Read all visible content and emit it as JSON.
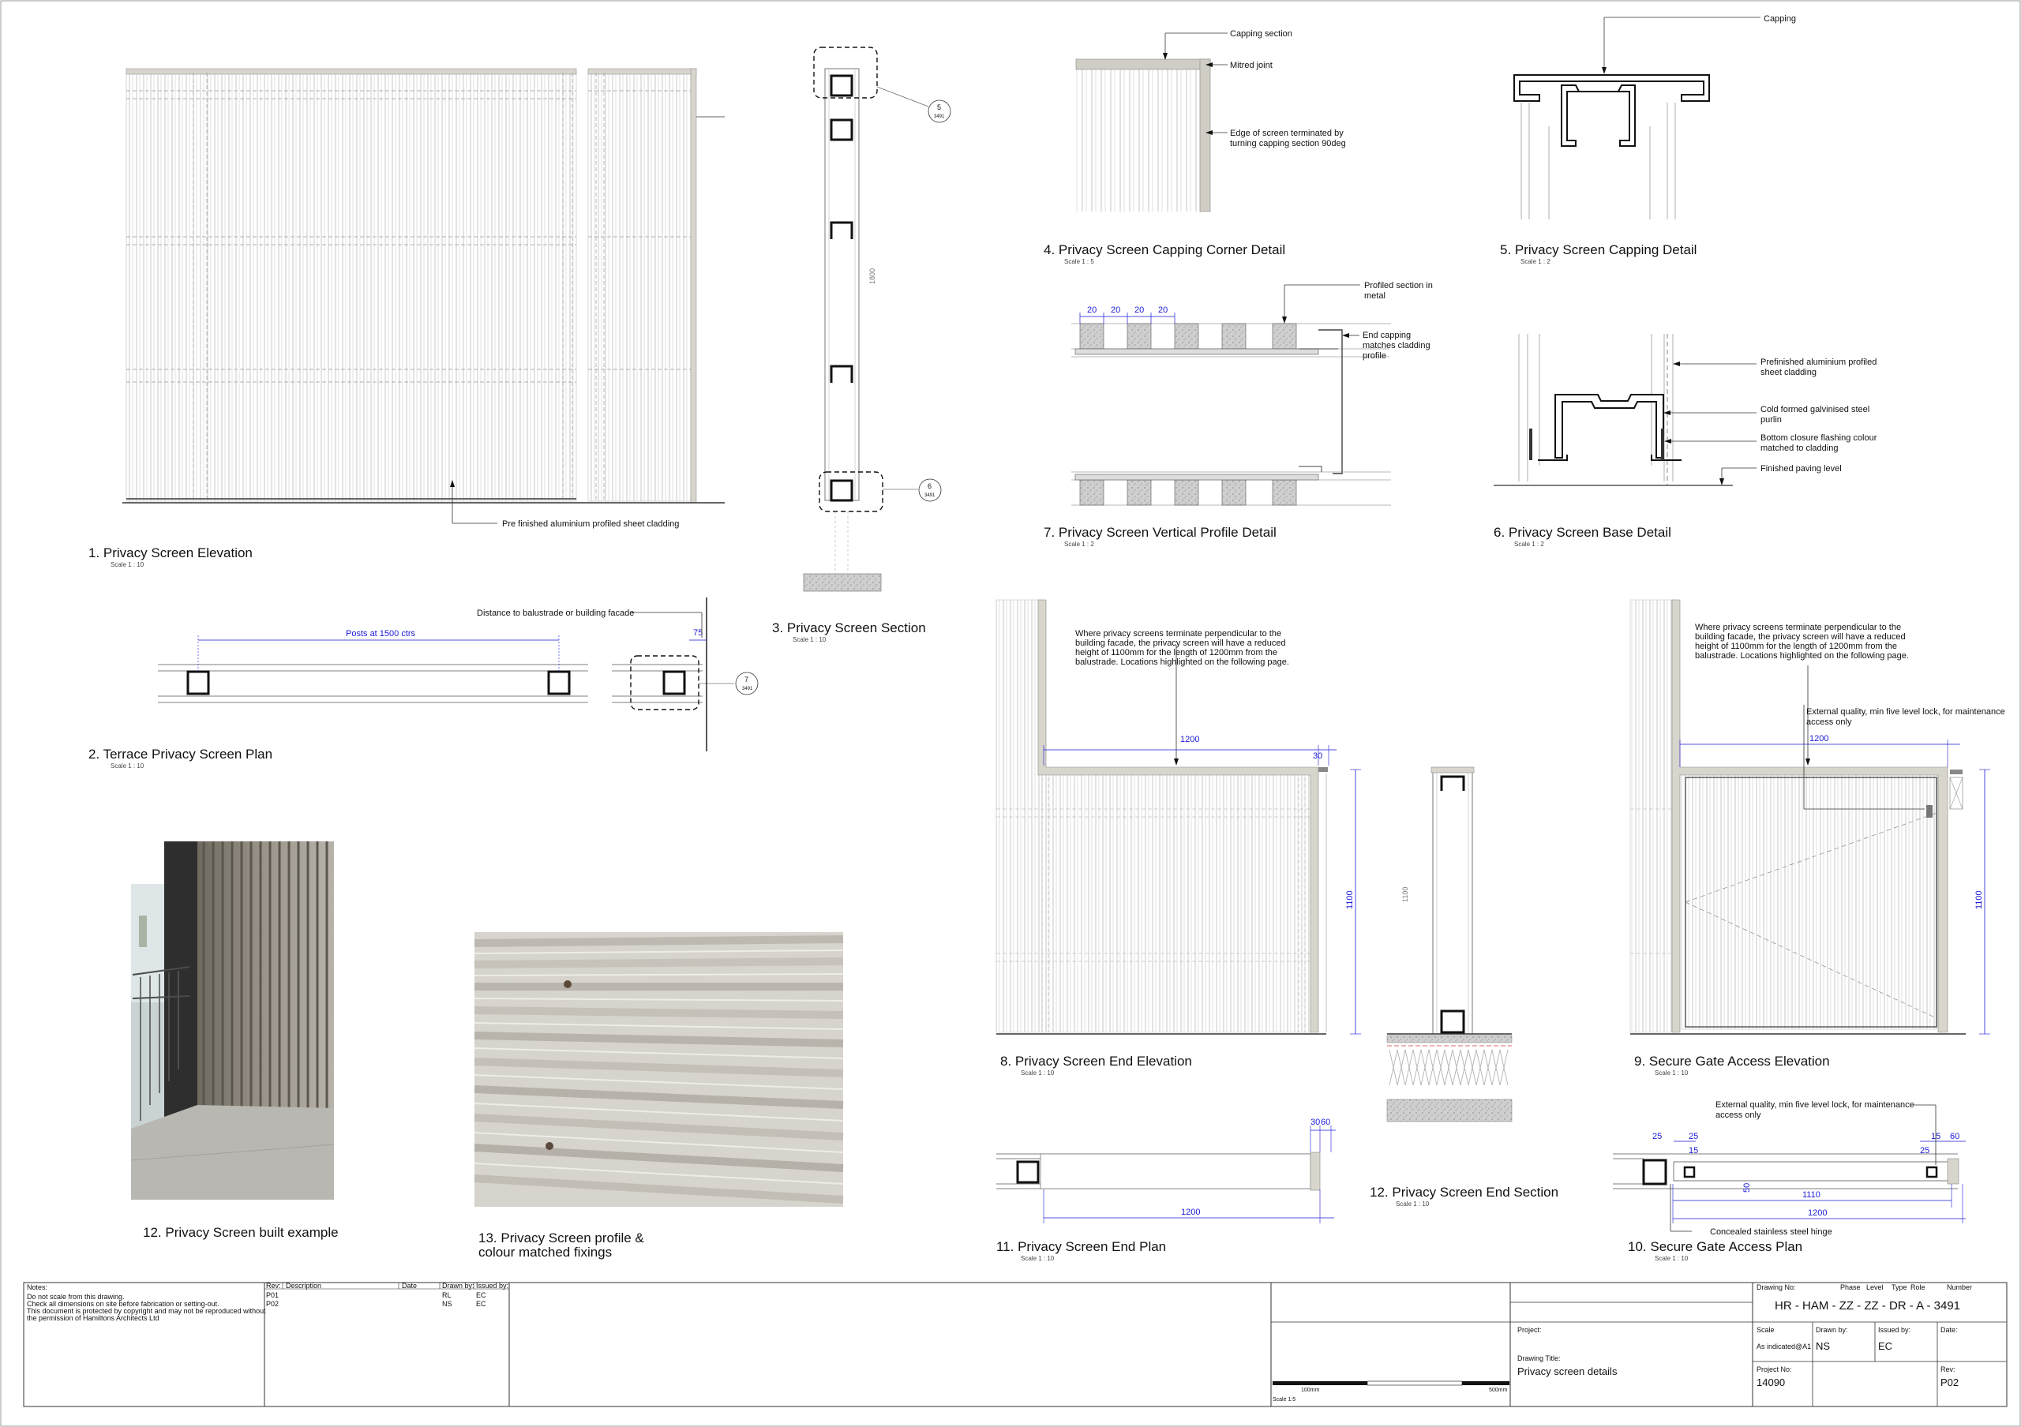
{
  "details": {
    "d1": {
      "title": "1.   Privacy Screen Elevation",
      "scale": "Scale 1 : 10",
      "note": "Pre finished aluminium profiled sheet cladding"
    },
    "d2": {
      "title": "2.   Terrace Privacy Screen Plan",
      "scale": "Scale 1 : 10",
      "posts": "Posts at 1500 ctrs",
      "distance": "Distance to balustrade or building facade",
      "dim75": "75",
      "tag_num": "7",
      "tag_sheet": "3491"
    },
    "d3": {
      "title": "3.   Privacy Screen Section",
      "scale": "Scale 1 : 10",
      "height": "1800",
      "tag5_num": "5",
      "tag5_sheet": "3491",
      "tag6_num": "6",
      "tag6_sheet": "3491"
    },
    "d4": {
      "title": "4.   Privacy Screen Capping Corner Detail",
      "scale": "Scale 1 : 5",
      "n1": "Capping section",
      "n2": "Mitred joint",
      "n3a": "Edge of screen terminated by",
      "n3b": "turning capping section 90deg"
    },
    "d5": {
      "title": "5.   Privacy Screen Capping Detail",
      "scale": "Scale 1 : 2",
      "n1": "Capping"
    },
    "d6": {
      "title": "6.   Privacy Screen Base Detail",
      "scale": "Scale 1 : 2",
      "n1a": "Prefinished aluminium profiled",
      "n1b": "sheet cladding",
      "n2a": "Cold formed galvinised steel",
      "n2b": "purlin",
      "n3a": "Bottom closure flashing colour",
      "n3b": "matched to cladding",
      "n4": "Finished paving level"
    },
    "d7": {
      "title": "7.   Privacy Screen Vertical Profile Detail",
      "scale": "Scale 1 : 2",
      "n1a": "Profiled section in",
      "n1b": "metal",
      "n2a": "End capping",
      "n2b": "matches cladding",
      "n2c": "profile",
      "dims": [
        "20",
        "20",
        "20",
        "20"
      ]
    },
    "d8": {
      "title": "8.   Privacy Screen End Elevation",
      "scale": "Scale 1 : 10",
      "n1": "Where privacy screens terminate perpendicular to the",
      "n2": "building facade, the privacy screen will have a reduced",
      "n3": "height of 1100mm for the length of 1200mm from the",
      "n4": "balustrade. Locations highlighted on the following page.",
      "w": "1200",
      "w2": "30",
      "h": "1100"
    },
    "d9": {
      "title": "9.   Secure Gate Access Elevation",
      "scale": "Scale 1 : 10",
      "n1": "Where privacy screens terminate perpendicular to the",
      "n2": "building facade, the privacy screen will have a reduced",
      "n3": "height of 1100mm for the length of 1200mm from the",
      "n4": "balustrade. Locations highlighted on the following page.",
      "lock1": "External quality, min five level lock, for maintenance",
      "lock2": "access only",
      "w": "1200",
      "h": "1100"
    },
    "d10": {
      "title": "10.   Secure Gate Access Plan",
      "scale": "Scale 1 : 10",
      "lock1": "External quality, min five level lock, for maintenance",
      "lock2": "access only",
      "hinge": "Concealed stainless steel hinge",
      "d25a": "25",
      "d25b": "25",
      "d15a": "15",
      "d15b": "15",
      "d25c": "25",
      "d60": "60",
      "d50": "50",
      "d1110": "1110",
      "d1200": "1200"
    },
    "d11": {
      "title": "11.   Privacy Screen End Plan",
      "scale": "Scale 1 : 10",
      "w": "1200",
      "d30": "30",
      "d60": "60"
    },
    "d12s": {
      "title": "12.   Privacy Screen End Section",
      "scale": "Scale 1 : 10",
      "h": "1100"
    },
    "d12p": {
      "title": "12.   Privacy Screen built example"
    },
    "d13": {
      "title1": "13.   Privacy Screen profile &",
      "title2": "colour matched fixings"
    }
  },
  "titleblock": {
    "notes_label": "Notes:",
    "notes": [
      "Do not scale from this drawing.",
      "Check all dimensions on site before fabrication or setting-out.",
      "This document is protected by copyright and may not be reproduced without",
      "the permission of Hamiltons Architects Ltd"
    ],
    "rev_headers": {
      "rev": "Rev:",
      "desc": "Description",
      "date": "Date",
      "drawn": "Drawn by:",
      "issued": "Issued by:"
    },
    "revisions": [
      {
        "rev": "P01",
        "drawn": "RL",
        "issued": "EC"
      },
      {
        "rev": "P02",
        "drawn": "NS",
        "issued": "EC"
      }
    ],
    "scalebar_left": "100mm",
    "scalebar_right": "500mm",
    "scalebar_scale": "Scale 1:5",
    "project_label": "Project:",
    "drawing_title_label": "Drawing Title:",
    "drawing_title": "Privacy screen details",
    "drawing_no_label": "Drawing No:",
    "phase_label": "Phase",
    "level_label": "Level",
    "type_label": "Type",
    "role_label": "Role",
    "number_label": "Number",
    "drawing_no": "HR  -  HAM  -  ZZ  -  ZZ  -  DR  -  A  -  3491",
    "scale_label": "Scale",
    "scale_value": "As indicated@A1",
    "drawn_label": "Drawn by:",
    "drawn_value": "NS",
    "issued_label": "Issued by:",
    "issued_value": "EC",
    "date_label": "Date:",
    "projno_label": "Project No:",
    "projno_value": "14090",
    "rev_label": "Rev:",
    "rev_value": "P02"
  }
}
